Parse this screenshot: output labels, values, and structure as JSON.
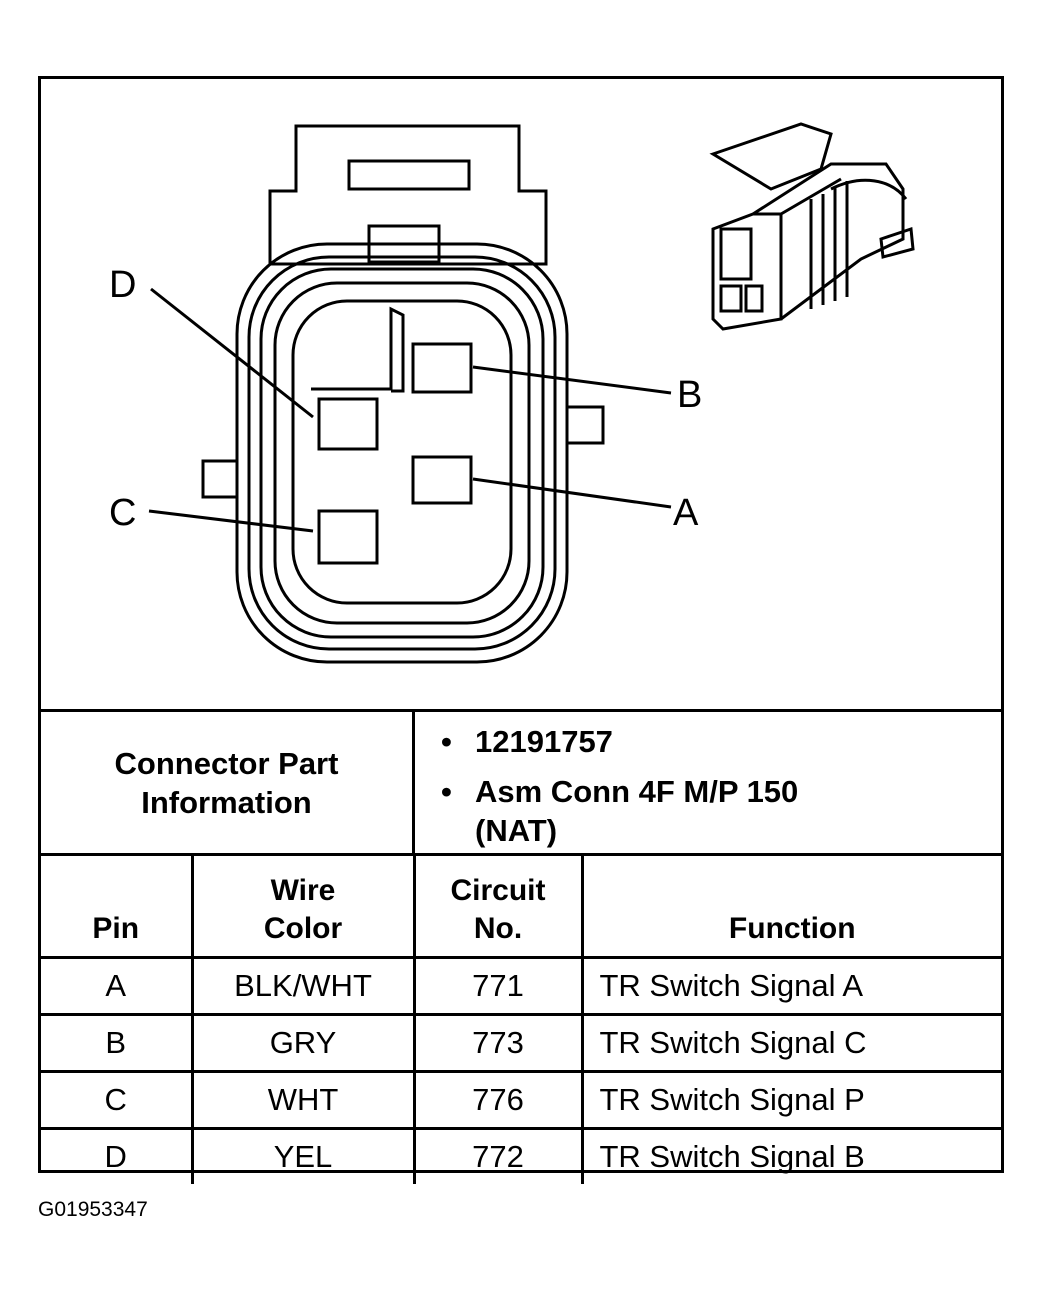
{
  "figure_id": "G01953347",
  "connector_pins": {
    "A": "A",
    "B": "B",
    "C": "C",
    "D": "D"
  },
  "part_info": {
    "label_line1": "Connector Part",
    "label_line2": "Information",
    "part_number": "12191757",
    "description_line1": "Asm Conn 4F M/P 150",
    "description_line2": "(NAT)"
  },
  "table": {
    "headers": {
      "pin": "Pin",
      "wire_color_line1": "Wire",
      "wire_color_line2": "Color",
      "circuit_line1": "Circuit",
      "circuit_line2": "No.",
      "function": "Function"
    },
    "rows": [
      {
        "pin": "A",
        "wire_color": "BLK/WHT",
        "circuit": "771",
        "function": "TR Switch Signal A"
      },
      {
        "pin": "B",
        "wire_color": "GRY",
        "circuit": "773",
        "function": "TR Switch Signal C"
      },
      {
        "pin": "C",
        "wire_color": "WHT",
        "circuit": "776",
        "function": "TR Switch Signal P"
      },
      {
        "pin": "D",
        "wire_color": "YEL",
        "circuit": "772",
        "function": "TR Switch Signal B"
      }
    ]
  }
}
